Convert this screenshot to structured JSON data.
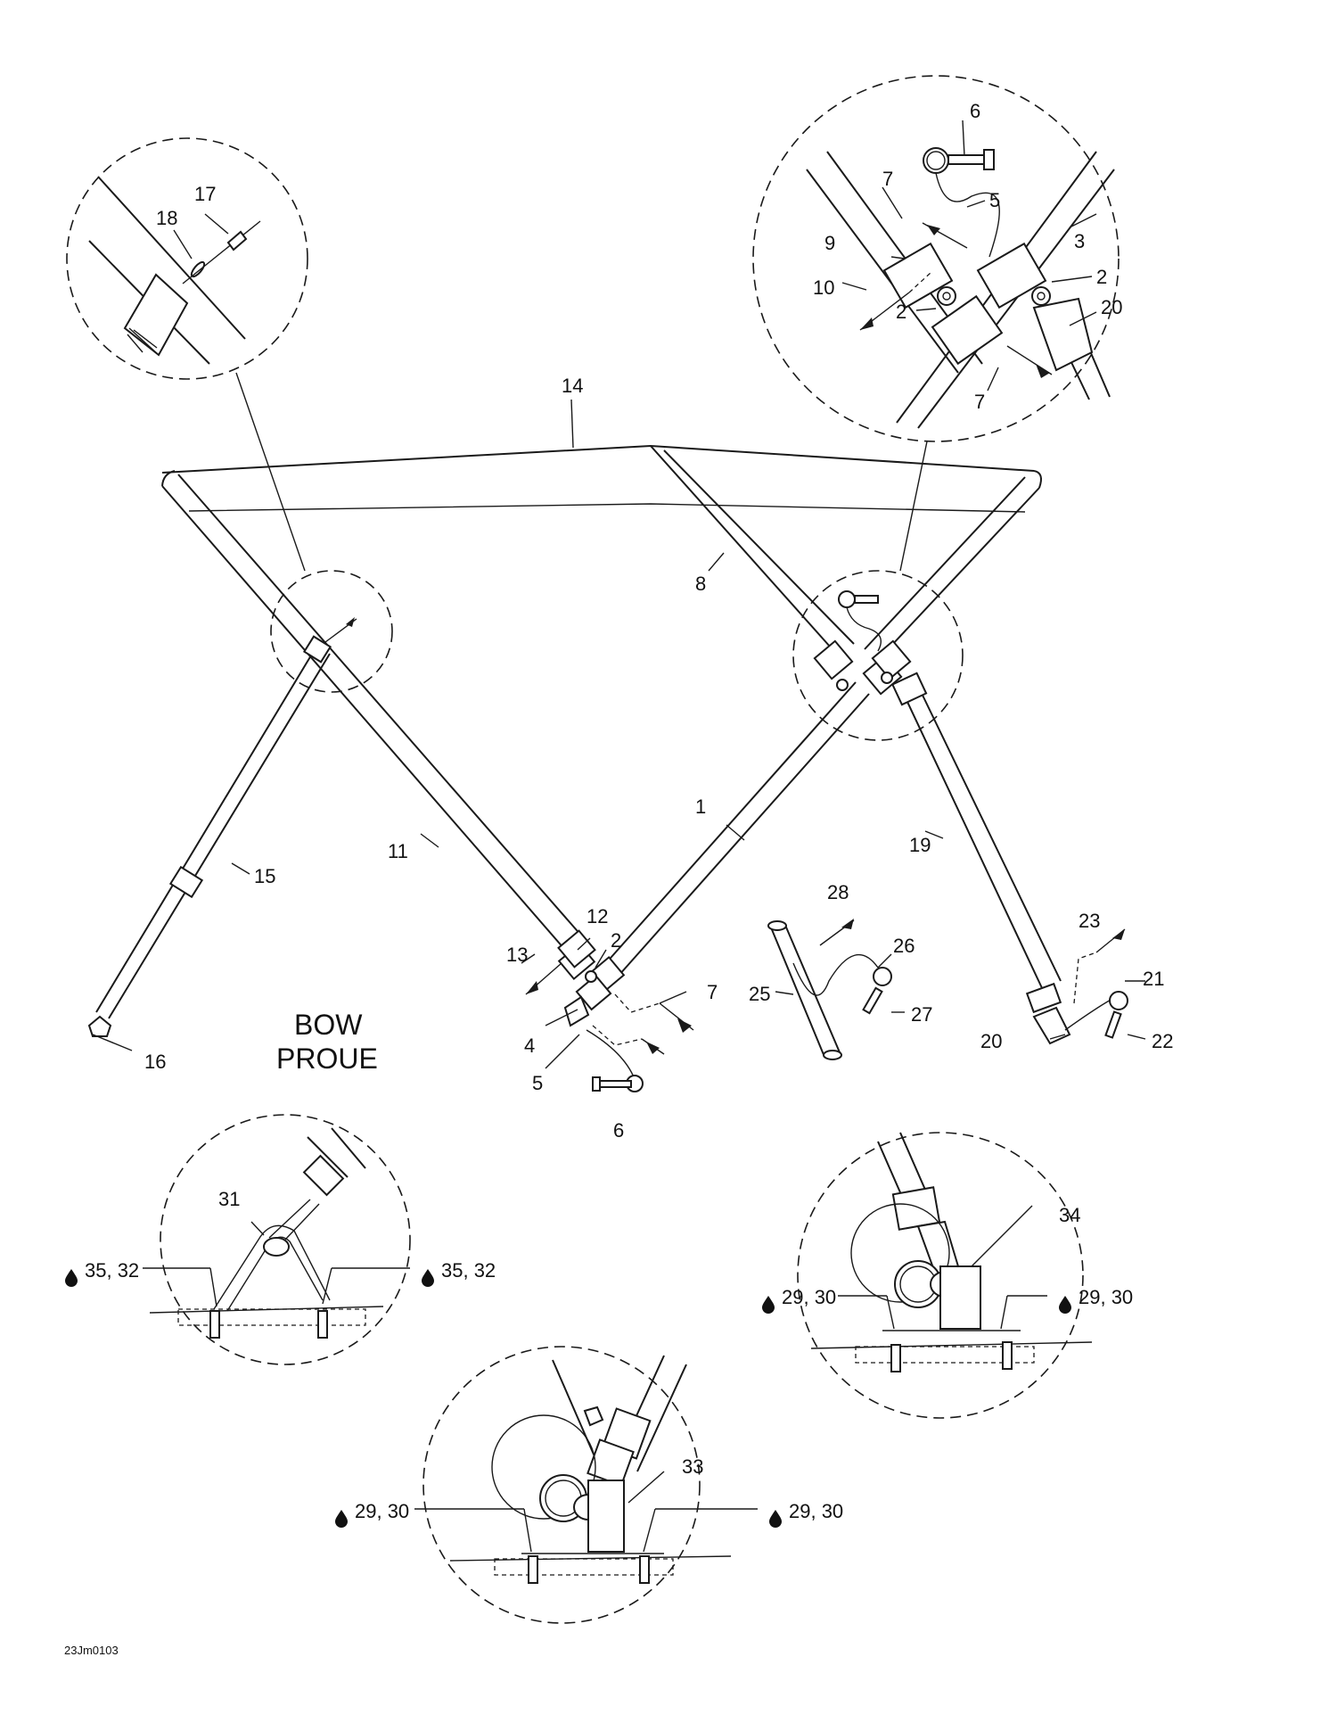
{
  "labels": {
    "l1": "1",
    "l2a": "2",
    "l2b": "2",
    "l2c": "2",
    "l3": "3",
    "l4": "4",
    "l5a": "5",
    "l5b": "5",
    "l6a": "6",
    "l6b": "6",
    "l7a": "7",
    "l7b": "7",
    "l7c": "7",
    "l8": "8",
    "l9": "9",
    "l10": "10",
    "l11": "11",
    "l12": "12",
    "l13": "13",
    "l14": "14",
    "l15": "15",
    "l16": "16",
    "l17": "17",
    "l18": "18",
    "l19": "19",
    "l20a": "20",
    "l20b": "20",
    "l21": "21",
    "l22": "22",
    "l23": "23",
    "l25": "25",
    "l26": "26",
    "l27": "27",
    "l28": "28",
    "l31": "31",
    "l33": "33",
    "l34": "34",
    "l3532a": "35, 32",
    "l3532b": "35, 32",
    "l2930a": "29, 30",
    "l2930b": "29, 30",
    "l2930c": "29, 30",
    "l2930d": "29, 30"
  },
  "bow_label": {
    "line1": "BOW",
    "line2": "PROUE"
  },
  "drawing_code": "23Jm0103",
  "icons": {
    "adhesive": "drop-icon"
  }
}
